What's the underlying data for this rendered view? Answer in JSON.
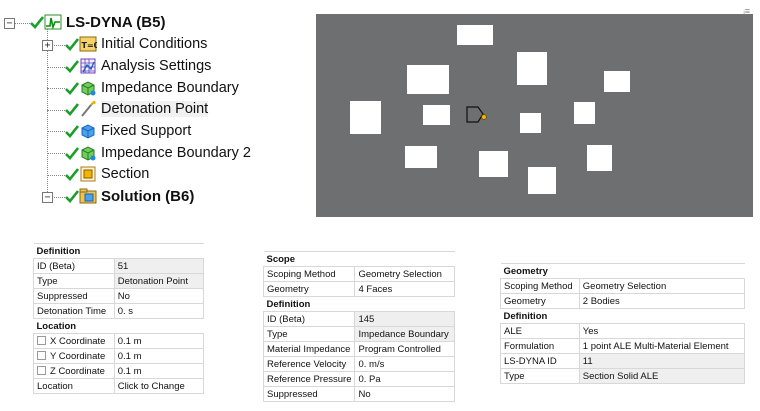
{
  "tree": {
    "root": {
      "label": "LS-DYNA (B5)"
    },
    "children": [
      {
        "label": "Initial Conditions",
        "icon": "initial-conditions-icon",
        "expander": "+"
      },
      {
        "label": "Analysis Settings",
        "icon": "analysis-settings-icon"
      },
      {
        "label": "Impedance Boundary",
        "icon": "impedance-boundary-icon"
      },
      {
        "label": "Detonation Point",
        "icon": "detonation-point-icon",
        "selected": true
      },
      {
        "label": "Fixed Support",
        "icon": "fixed-support-icon"
      },
      {
        "label": "Impedance Boundary 2",
        "icon": "impedance-boundary-icon"
      },
      {
        "label": "Section",
        "icon": "section-icon"
      }
    ],
    "solution": {
      "label": "Solution (B6)",
      "expander": "−"
    }
  },
  "viewport": {
    "background": "#6e6f71",
    "corner_text": "ᵢ≡"
  },
  "details_detonation": {
    "sections": [
      {
        "title": "Definition",
        "rows": [
          {
            "key": "ID (Beta)",
            "value": "51"
          },
          {
            "key": "Type",
            "value": "Detonation Point"
          },
          {
            "key": "Suppressed",
            "value": "No"
          },
          {
            "key": "Detonation Time",
            "value": "0. s"
          }
        ]
      },
      {
        "title": "Location",
        "rows": [
          {
            "key": "X Coordinate",
            "value": "0.1 m",
            "checkbox": true
          },
          {
            "key": "Y Coordinate",
            "value": "0.1 m",
            "checkbox": true
          },
          {
            "key": "Z Coordinate",
            "value": "0.1 m",
            "checkbox": true
          },
          {
            "key": "Location",
            "value": "Click to Change"
          }
        ]
      }
    ]
  },
  "details_impedance": {
    "sections": [
      {
        "title": "Scope",
        "rows": [
          {
            "key": "Scoping Method",
            "value": "Geometry Selection"
          },
          {
            "key": "Geometry",
            "value": "4 Faces"
          }
        ]
      },
      {
        "title": "Definition",
        "rows": [
          {
            "key": "ID (Beta)",
            "value": "145"
          },
          {
            "key": "Type",
            "value": "Impedance Boundary"
          },
          {
            "key": "Material Impedance",
            "value": "Program Controlled"
          },
          {
            "key": "Reference Velocity",
            "value": "0. m/s"
          },
          {
            "key": "Reference Pressure",
            "value": "0. Pa"
          },
          {
            "key": "Suppressed",
            "value": "No"
          }
        ]
      }
    ]
  },
  "details_section": {
    "sections": [
      {
        "title": "Geometry",
        "rows": [
          {
            "key": "Scoping Method",
            "value": "Geometry Selection"
          },
          {
            "key": "Geometry",
            "value": "2 Bodies"
          }
        ]
      },
      {
        "title": "Definition",
        "rows": [
          {
            "key": "ALE",
            "value": "Yes"
          },
          {
            "key": "Formulation",
            "value": "1 point ALE Multi-Material Element"
          },
          {
            "key": "LS-DYNA ID",
            "value": "11"
          },
          {
            "key": "Type",
            "value": "Section Solid ALE"
          }
        ]
      }
    ]
  }
}
